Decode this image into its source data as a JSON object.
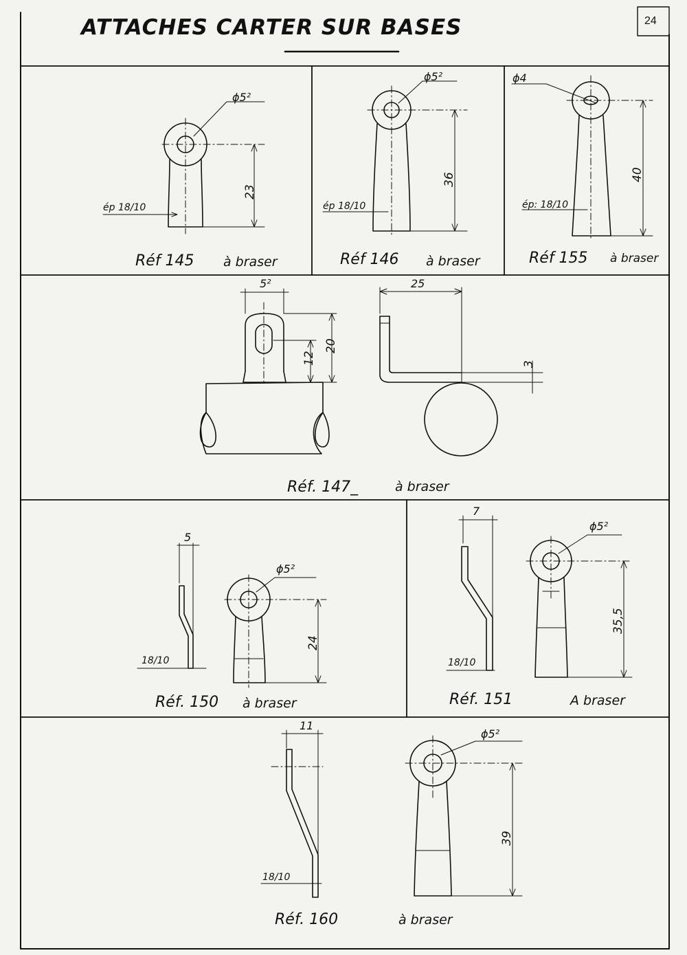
{
  "page": {
    "title": "ATTACHES CARTER  SUR BASES",
    "page_number": "24"
  },
  "parts": {
    "p145": {
      "ref": "Réf 145",
      "note": "à braser",
      "hole": "ϕ5²",
      "thickness": "ép 18/10",
      "height": "23"
    },
    "p146": {
      "ref": "Réf 146",
      "note": "à braser",
      "hole": "ϕ5²",
      "thickness": "ép 18/10",
      "height": "36"
    },
    "p155": {
      "ref": "Réf 155",
      "note": "à braser",
      "hole": "ϕ4",
      "thickness": "ép: 18/10",
      "height": "40"
    },
    "p147": {
      "ref": "Réf. 147_",
      "note": "à braser",
      "slot_width": "5²",
      "height_total": "20",
      "height_slot": "12",
      "depth": "25",
      "offset": "3"
    },
    "p150": {
      "ref": "Réf. 150",
      "note": "à braser",
      "hole": "ϕ5²",
      "bend": "5",
      "thickness": "18/10",
      "height": "24"
    },
    "p151": {
      "ref": "Réf. 151",
      "note": "A braser",
      "hole": "ϕ5²",
      "bend": "7",
      "thickness": "18/10",
      "height": "35,5"
    },
    "p160": {
      "ref": "Réf. 160",
      "note": "à braser",
      "hole": "ϕ5²",
      "bend": "11",
      "thickness": "18/10",
      "height": "39"
    }
  }
}
